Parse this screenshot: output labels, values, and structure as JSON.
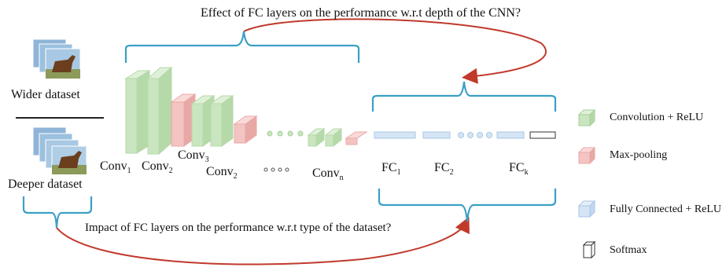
{
  "question_top": "Effect of FC layers on the performance w.r.t depth of the CNN?",
  "question_bottom": "Impact of FC layers on the performance w.r.t type of the dataset?",
  "datasets": {
    "wider": "Wider dataset",
    "deeper": "Deeper dataset"
  },
  "layer_labels": {
    "conv1": {
      "base": "Conv",
      "sub": "1"
    },
    "conv2a": {
      "base": "Conv",
      "sub": "2"
    },
    "conv3": {
      "base": "Conv",
      "sub": "3"
    },
    "conv2b": {
      "base": "Conv",
      "sub": "2"
    },
    "convn": {
      "base": "Conv",
      "sub": "n"
    },
    "fc1": {
      "base": "FC",
      "sub": "1"
    },
    "fc2": {
      "base": "FC",
      "sub": "2"
    },
    "fck": {
      "base": "FC",
      "sub": "k"
    }
  },
  "legend": [
    {
      "label": "Convolution + ReLU",
      "icon": "convolution-cube-icon",
      "color": "#c9e6c0"
    },
    {
      "label": "Max-pooling",
      "icon": "maxpool-cube-icon",
      "color": "#f4c4c2"
    },
    {
      "label": "Fully Connected + ReLU",
      "icon": "fc-cube-icon",
      "color": "#d5e5f5"
    },
    {
      "label": "Softmax",
      "icon": "softmax-cube-icon",
      "color": "#ffffff"
    }
  ],
  "colors": {
    "bracket": "#3aa0c4",
    "arrow": "#c0392b",
    "conv": "#c9e6c0",
    "pool": "#f4c4c2",
    "fc": "#d5e5f5"
  }
}
